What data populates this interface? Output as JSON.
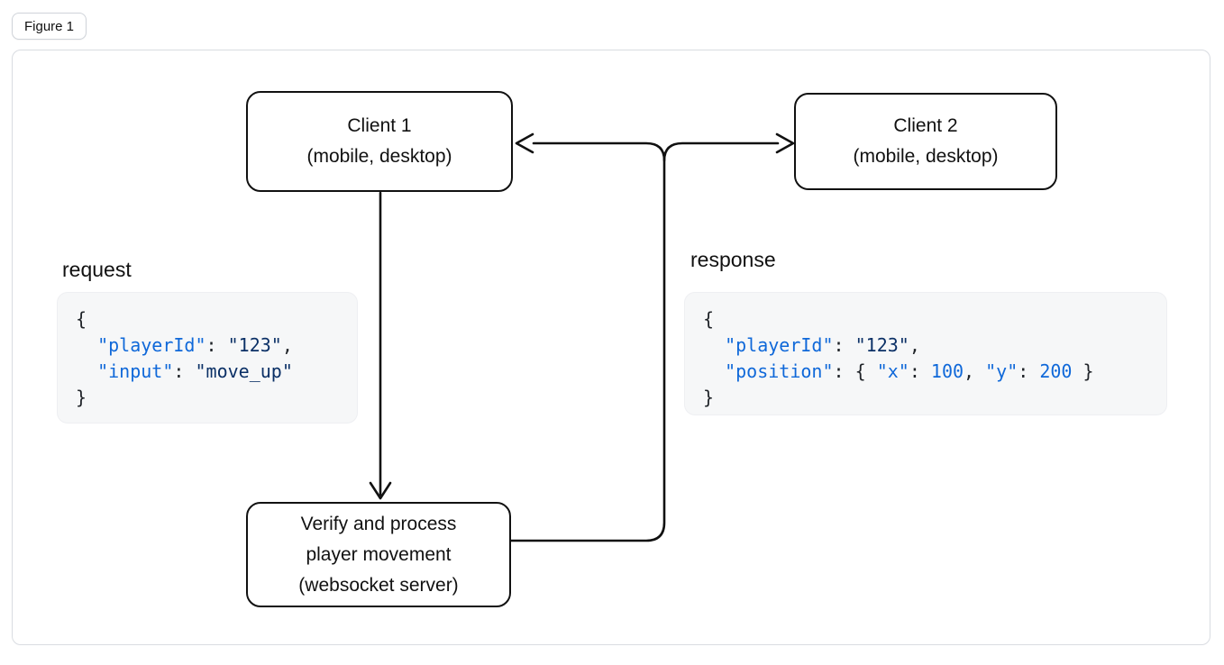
{
  "figure": {
    "label": "Figure 1"
  },
  "colors": {
    "box_border": "#111111",
    "arrow": "#111111",
    "container_border": "#d9dce1",
    "code_background": "#f6f7f8",
    "code_key": "#0f68d9",
    "code_string": "#0b3066",
    "code_number": "#0f68d9",
    "code_punctuation": "#1f2328"
  },
  "nodes": {
    "client1": {
      "lines": [
        "Client 1",
        "(mobile, desktop)"
      ]
    },
    "client2": {
      "lines": [
        "Client 2",
        "(mobile, desktop)"
      ]
    },
    "server": {
      "lines": [
        "Verify and process",
        "player movement",
        "(websocket server)"
      ]
    }
  },
  "request": {
    "label": "request",
    "code_lines": [
      [
        {
          "t": "{",
          "c": "punct"
        }
      ],
      [
        {
          "t": "  ",
          "c": "punct"
        },
        {
          "t": "\"playerId\"",
          "c": "key"
        },
        {
          "t": ": ",
          "c": "punct"
        },
        {
          "t": "\"123\"",
          "c": "string"
        },
        {
          "t": ",",
          "c": "punct"
        }
      ],
      [
        {
          "t": "  ",
          "c": "punct"
        },
        {
          "t": "\"input\"",
          "c": "key"
        },
        {
          "t": ": ",
          "c": "punct"
        },
        {
          "t": "\"move_up\"",
          "c": "string"
        }
      ],
      [
        {
          "t": "}",
          "c": "punct"
        }
      ]
    ]
  },
  "response": {
    "label": "response",
    "code_lines": [
      [
        {
          "t": "{",
          "c": "punct"
        }
      ],
      [
        {
          "t": "  ",
          "c": "punct"
        },
        {
          "t": "\"playerId\"",
          "c": "key"
        },
        {
          "t": ": ",
          "c": "punct"
        },
        {
          "t": "\"123\"",
          "c": "string"
        },
        {
          "t": ",",
          "c": "punct"
        }
      ],
      [
        {
          "t": "  ",
          "c": "punct"
        },
        {
          "t": "\"position\"",
          "c": "key"
        },
        {
          "t": ": { ",
          "c": "punct"
        },
        {
          "t": "\"x\"",
          "c": "key"
        },
        {
          "t": ": ",
          "c": "punct"
        },
        {
          "t": "100",
          "c": "number"
        },
        {
          "t": ", ",
          "c": "punct"
        },
        {
          "t": "\"y\"",
          "c": "key"
        },
        {
          "t": ": ",
          "c": "punct"
        },
        {
          "t": "200",
          "c": "number"
        },
        {
          "t": " }",
          "c": "punct"
        }
      ],
      [
        {
          "t": "}",
          "c": "punct"
        }
      ]
    ]
  },
  "arrows": [
    {
      "name": "client1-to-server"
    },
    {
      "name": "server-to-client1"
    },
    {
      "name": "server-to-client2"
    }
  ]
}
